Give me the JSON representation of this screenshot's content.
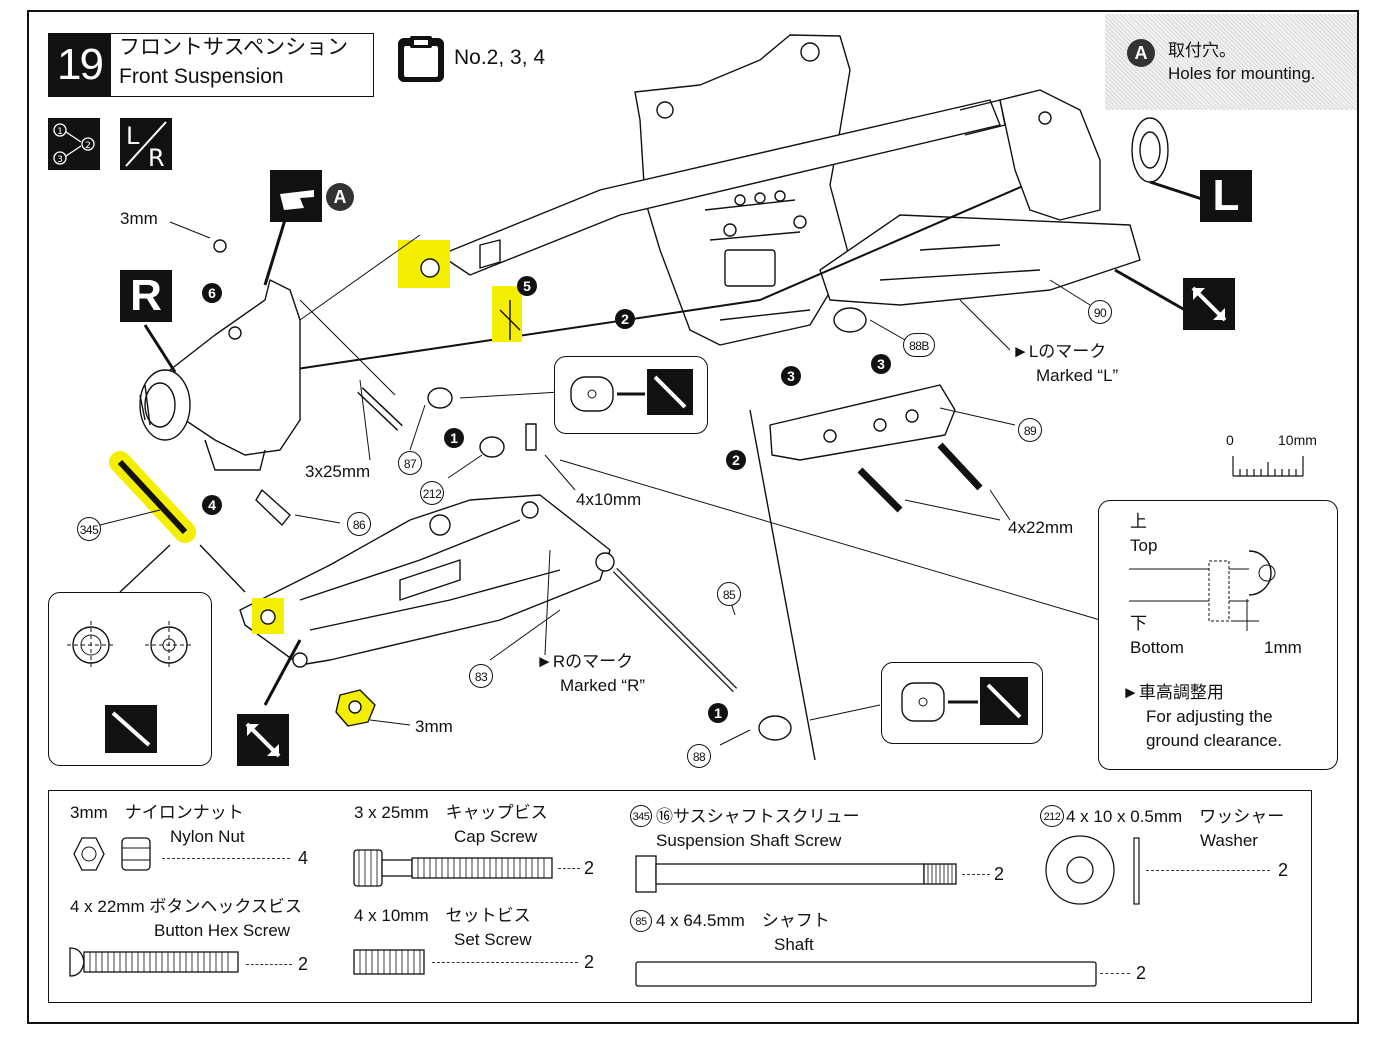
{
  "step": {
    "number": "19",
    "title_jp": "フロントサスペンション",
    "title_en": "Front Suspension",
    "bag_label": "No.2, 3, 4"
  },
  "note": {
    "marker": "A",
    "text_jp": "取付穴。",
    "text_en": "Holes for mounting."
  },
  "callouts": {
    "pointer_marker": "A",
    "side_right": "R",
    "side_left": "L",
    "nut_3mm_top": "3mm",
    "nut_3mm_bottom": "3mm",
    "screw_3x25": "3x25mm",
    "setscrew_4x10": "4x10mm",
    "screw_4x22": "4x22mm",
    "mark_l_jp": "►Lのマーク",
    "mark_l_en": "Marked “L”",
    "mark_r_jp": "►Rのマーク",
    "mark_r_en": "Marked “R”"
  },
  "step_circles": [
    "6",
    "5",
    "2",
    "3",
    "3",
    "1",
    "2",
    "4",
    "1"
  ],
  "part_numbers": [
    "90",
    "88B",
    "89",
    "87",
    "212",
    "86",
    "345",
    "83",
    "85",
    "88"
  ],
  "scale": {
    "zero": "0",
    "max": "10mm"
  },
  "ride_height": {
    "top_jp": "上",
    "top_en": "Top",
    "bottom_jp": "下",
    "bottom_en": "Bottom",
    "gap": "1mm",
    "note_jp": "►車高調整用",
    "note_en_1": "For adjusting the",
    "note_en_2": "ground clearance."
  },
  "parts": [
    {
      "name_jp": "3mm　ナイロンナット",
      "name_en": "Nylon Nut",
      "qty": "4"
    },
    {
      "name_jp": "3 x 25mm　キャップビス",
      "name_en": "Cap Screw",
      "qty": "2"
    },
    {
      "name_jp": "⑯サスシャフトスクリュー",
      "name_en": "Suspension Shaft Screw",
      "qty": "2"
    },
    {
      "name_jp": "4 x 10 x 0.5mm　ワッシャー",
      "name_en": "Washer",
      "qty": "2"
    },
    {
      "name_jp": "4 x 22mm ボタンヘックスビス",
      "name_en": "Button Hex Screw",
      "qty": "2"
    },
    {
      "name_jp": "4 x 10mm　セットビス",
      "name_en": "Set Screw",
      "qty": "2"
    },
    {
      "name_jp": "4 x 64.5mm　シャフト",
      "name_en": "Shaft",
      "qty": "2"
    }
  ],
  "part_tags": {
    "shaft_screw": "345",
    "washer": "212",
    "shaft": "85"
  },
  "colors": {
    "ink": "#111111",
    "highlight": "#f4ee00"
  }
}
